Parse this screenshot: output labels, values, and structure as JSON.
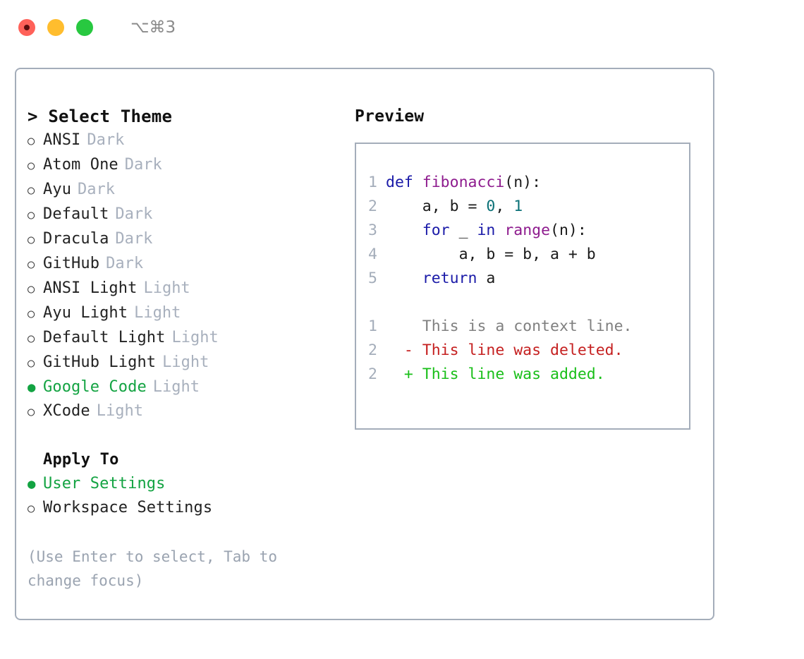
{
  "titlebar": {
    "traffic_lights": [
      {
        "name": "close",
        "color": "#ff6159"
      },
      {
        "name": "minimize",
        "color": "#ffbd2e"
      },
      {
        "name": "maximize",
        "color": "#28c840"
      }
    ],
    "shortcut": "⌥⌘3"
  },
  "left": {
    "heading_caret": ">",
    "heading": "Select Theme",
    "themes": [
      {
        "marker": "○",
        "label": "ANSI",
        "tag": "Dark",
        "selected": false
      },
      {
        "marker": "○",
        "label": "Atom One",
        "tag": "Dark",
        "selected": false
      },
      {
        "marker": "○",
        "label": "Ayu",
        "tag": "Dark",
        "selected": false
      },
      {
        "marker": "○",
        "label": "Default",
        "tag": "Dark",
        "selected": false
      },
      {
        "marker": "○",
        "label": "Dracula",
        "tag": "Dark",
        "selected": false
      },
      {
        "marker": "○",
        "label": "GitHub",
        "tag": "Dark",
        "selected": false
      },
      {
        "marker": "○",
        "label": "ANSI Light",
        "tag": "Light",
        "selected": false
      },
      {
        "marker": "○",
        "label": "Ayu Light",
        "tag": "Light",
        "selected": false
      },
      {
        "marker": "○",
        "label": "Default Light",
        "tag": "Light",
        "selected": false
      },
      {
        "marker": "○",
        "label": "GitHub Light",
        "tag": "Light",
        "selected": false
      },
      {
        "marker": "●",
        "label": "Google Code",
        "tag": "Light",
        "selected": true
      },
      {
        "marker": "○",
        "label": "XCode",
        "tag": "Light",
        "selected": false
      }
    ],
    "apply_to_heading": "Apply To",
    "apply_to": [
      {
        "marker": "●",
        "label": "User Settings",
        "selected": true
      },
      {
        "marker": "○",
        "label": "Workspace Settings",
        "selected": false
      }
    ],
    "hint": "(Use Enter to select, Tab to change focus)"
  },
  "right": {
    "preview_title": "Preview",
    "code_lines": [
      {
        "num": "1",
        "indent": "",
        "tokens": [
          {
            "t": "def",
            "c": "kw"
          },
          {
            "t": " ",
            "c": "pl"
          },
          {
            "t": "fibonacci",
            "c": "fn"
          },
          {
            "t": "(n):",
            "c": "pl"
          }
        ]
      },
      {
        "num": "2",
        "indent": "    ",
        "tokens": [
          {
            "t": "a, b = ",
            "c": "pl"
          },
          {
            "t": "0",
            "c": "num"
          },
          {
            "t": ", ",
            "c": "pl"
          },
          {
            "t": "1",
            "c": "num"
          }
        ]
      },
      {
        "num": "3",
        "indent": "    ",
        "tokens": [
          {
            "t": "for",
            "c": "kw"
          },
          {
            "t": " _ ",
            "c": "pl"
          },
          {
            "t": "in",
            "c": "kw"
          },
          {
            "t": " ",
            "c": "pl"
          },
          {
            "t": "range",
            "c": "fn"
          },
          {
            "t": "(n):",
            "c": "pl"
          }
        ]
      },
      {
        "num": "4",
        "indent": "        ",
        "tokens": [
          {
            "t": "a, b = b, a + b",
            "c": "pl"
          }
        ]
      },
      {
        "num": "5",
        "indent": "    ",
        "tokens": [
          {
            "t": "return",
            "c": "kw"
          },
          {
            "t": " a",
            "c": "pl"
          }
        ]
      }
    ],
    "diff_lines": [
      {
        "num": "1",
        "sign": "  ",
        "text": "This is a context line.",
        "kind": "ctx"
      },
      {
        "num": "2",
        "sign": "- ",
        "text": "This line was deleted.",
        "kind": "del"
      },
      {
        "num": "2",
        "sign": "+ ",
        "text": "This line was added.",
        "kind": "add"
      }
    ]
  },
  "colors": {
    "accent_green": "#13a342",
    "muted": "#a4adba",
    "hint": "#9aa3b0",
    "keyword": "#1a1aa8",
    "function": "#8e1b8e",
    "number": "#0b7177",
    "diff_delete": "#c52020",
    "diff_add": "#19bf19",
    "border": "#a4adba"
  }
}
